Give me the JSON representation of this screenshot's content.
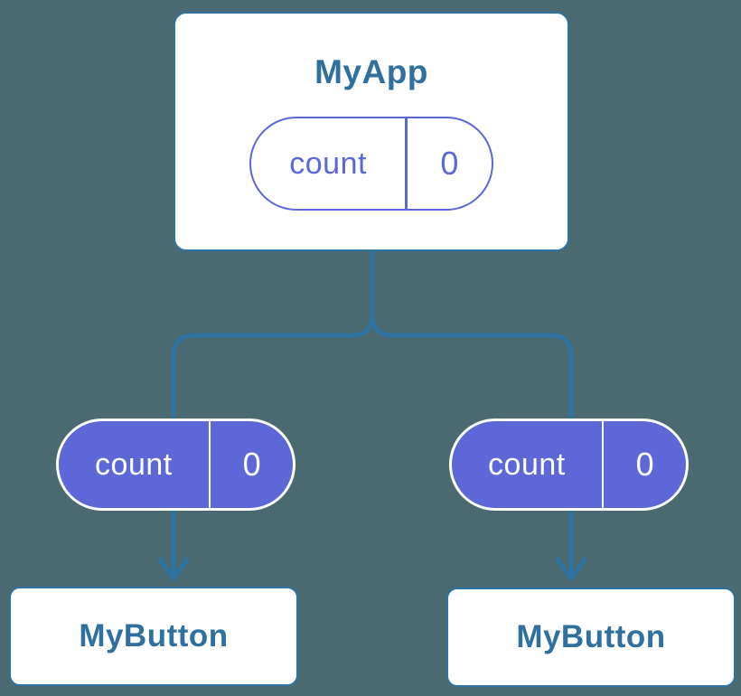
{
  "colors": {
    "background": "#4B6970",
    "line-blue": "#2E73A1",
    "node-text-blue": "#2F709E",
    "pill-purple": "#5D67D8",
    "node-bg": "#FFFFFF"
  },
  "tree": {
    "root": {
      "label": "MyApp",
      "state_pill": {
        "name": "count",
        "value": "0"
      }
    },
    "passed_props": [
      {
        "name": "count",
        "value": "0"
      },
      {
        "name": "count",
        "value": "0"
      }
    ],
    "children": [
      {
        "label": "MyButton"
      },
      {
        "label": "MyButton"
      }
    ]
  }
}
